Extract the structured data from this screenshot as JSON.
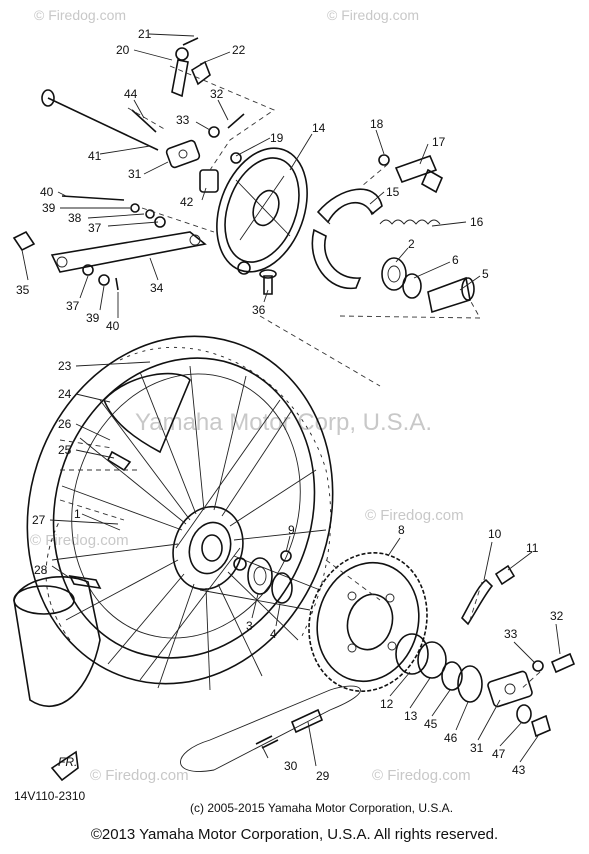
{
  "watermark": {
    "top_left": "© Firedog.com",
    "top_right": "© Firedog.com",
    "mid": "Yamaha Motor Corp, U.S.A.",
    "mid_left": "© Firedog.com",
    "mid_right": "© Firedog.com",
    "bottom_right": "© Firedog.com"
  },
  "diagram": {
    "code": "14V110-2310",
    "small_copyright": "(c) 2005-2015 Yamaha Motor Corporation, U.S.A.",
    "fr_label": "FR.",
    "callouts": [
      "21",
      "20",
      "22",
      "44",
      "32",
      "33",
      "41",
      "31",
      "14",
      "19",
      "18",
      "17",
      "42",
      "15",
      "40",
      "39",
      "38",
      "37",
      "16",
      "35",
      "2",
      "6",
      "5",
      "37",
      "39",
      "40",
      "34",
      "36",
      "23",
      "24",
      "26",
      "25",
      "27",
      "1",
      "9",
      "8",
      "10",
      "11",
      "28",
      "3",
      "4",
      "12",
      "13",
      "45",
      "46",
      "31",
      "47",
      "43",
      "33",
      "32",
      "30",
      "29"
    ]
  },
  "footer": {
    "copyright": "©2013 Yamaha Motor Corporation, U.S.A. All rights reserved."
  }
}
